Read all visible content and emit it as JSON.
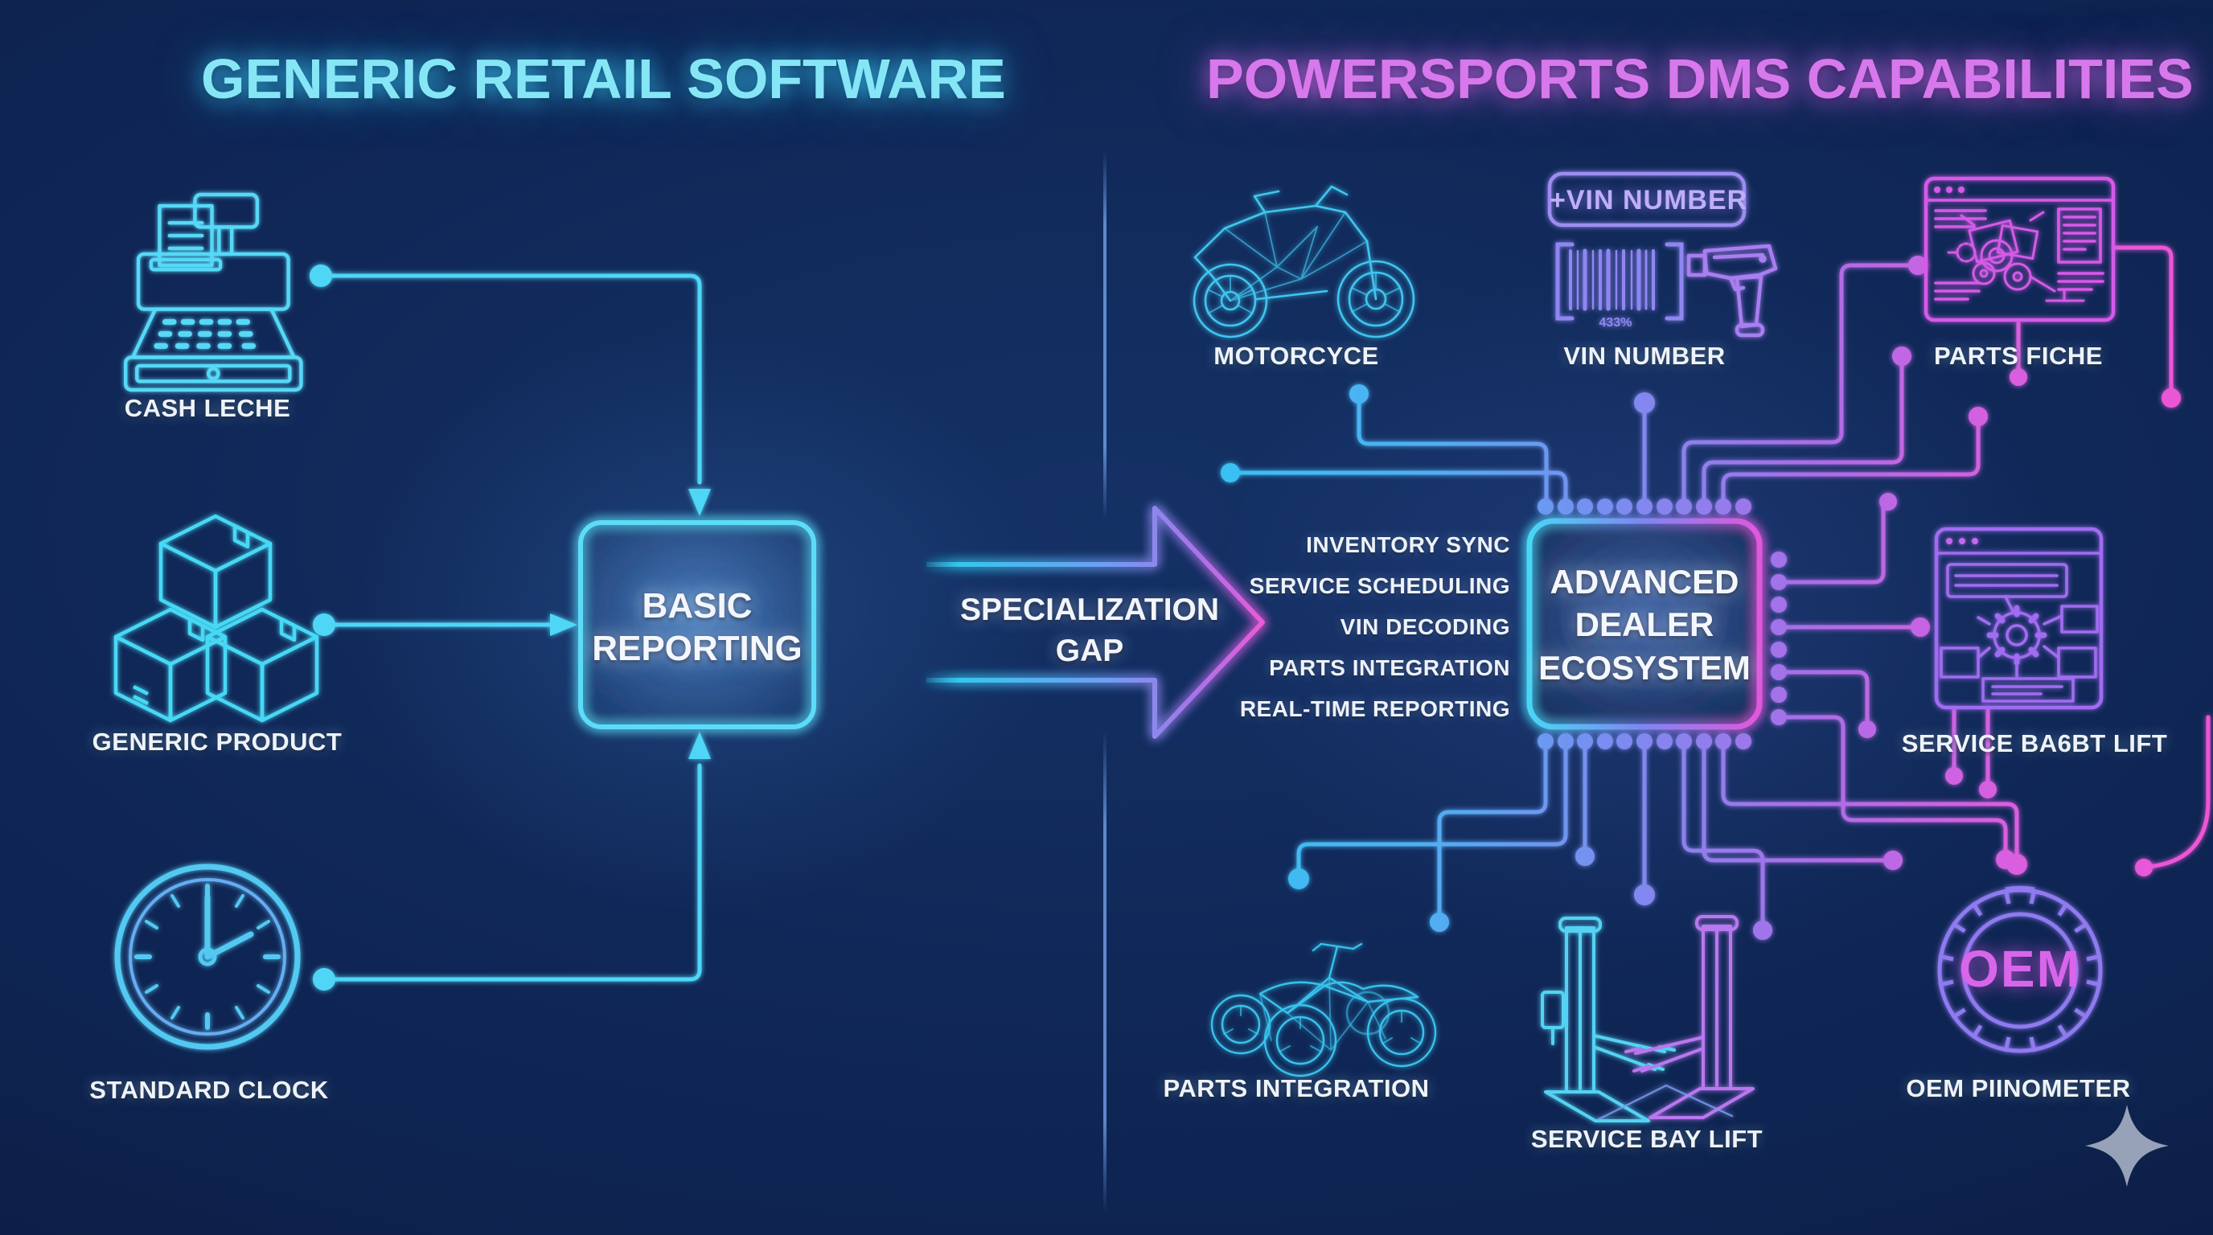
{
  "header": {
    "left_title": "GENERIC RETAIL SOFTWARE",
    "right_title": "POWERSPORTS DMS CAPABILITIES"
  },
  "left_panel": {
    "items": [
      {
        "icon": "cash-register-icon",
        "label": "CASH LECHE"
      },
      {
        "icon": "boxes-icon",
        "label": "GENERIC PRODUCT"
      },
      {
        "icon": "clock-icon",
        "label": "STANDARD CLOCK"
      }
    ],
    "hub_label": "BASIC REPORTING"
  },
  "gap": {
    "line1": "SPECIALIZATION",
    "line2": "GAP"
  },
  "right_panel": {
    "top_items": [
      {
        "icon": "motorcycle-icon",
        "label": "MOTORCYCE"
      },
      {
        "icon": "vin-scanner-icon",
        "label": "VIN NUMBER",
        "badge": "+VIN NUMBER",
        "barcode_digits": "433%"
      },
      {
        "icon": "parts-fiche-icon",
        "label": "PARTS FICHE"
      }
    ],
    "features": [
      "INVENTORY SYNC",
      "SERVICE SCHEDULING",
      "VIN DECODING",
      "PARTS INTEGRATION",
      "REAL-TIME REPORTING"
    ],
    "hub_label": "ADVANCED DEALER ECOSYSTEM",
    "right_item": {
      "icon": "workflow-window-icon",
      "label": "SERVICE BA6BT LIFT"
    },
    "bottom_items": [
      {
        "icon": "atv-icon",
        "label": "PARTS INTEGRATION"
      },
      {
        "icon": "service-lift-icon",
        "label": "SERVICE BAY LIFT"
      },
      {
        "icon": "oem-gear-icon",
        "label": "OEM PIINOMETER",
        "badge": "OEM"
      }
    ]
  },
  "colors": {
    "cyan": "#3fd2f5",
    "purple": "#a06ce8",
    "magenta": "#e25fd4",
    "white": "#eef3fb",
    "background": "#0e2452"
  }
}
